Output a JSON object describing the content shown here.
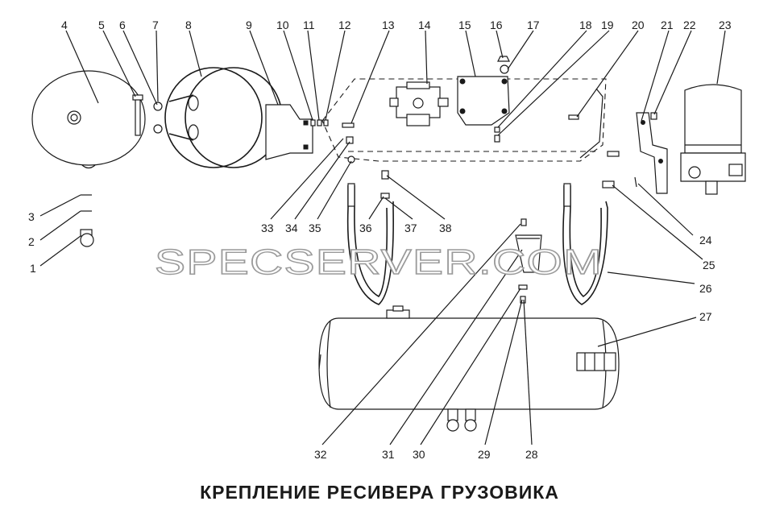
{
  "diagram": {
    "title": "КРЕПЛЕНИЕ РЕСИВЕРА ГРУЗОВИКА",
    "watermark": "SPECSERVER.COM",
    "callouts": [
      "1",
      "2",
      "3",
      "4",
      "5",
      "6",
      "7",
      "8",
      "9",
      "10",
      "11",
      "12",
      "13",
      "14",
      "15",
      "16",
      "17",
      "18",
      "19",
      "20",
      "21",
      "22",
      "23",
      "24",
      "25",
      "26",
      "27",
      "28",
      "29",
      "30",
      "31",
      "32",
      "33",
      "34",
      "35",
      "36",
      "37",
      "38"
    ]
  }
}
